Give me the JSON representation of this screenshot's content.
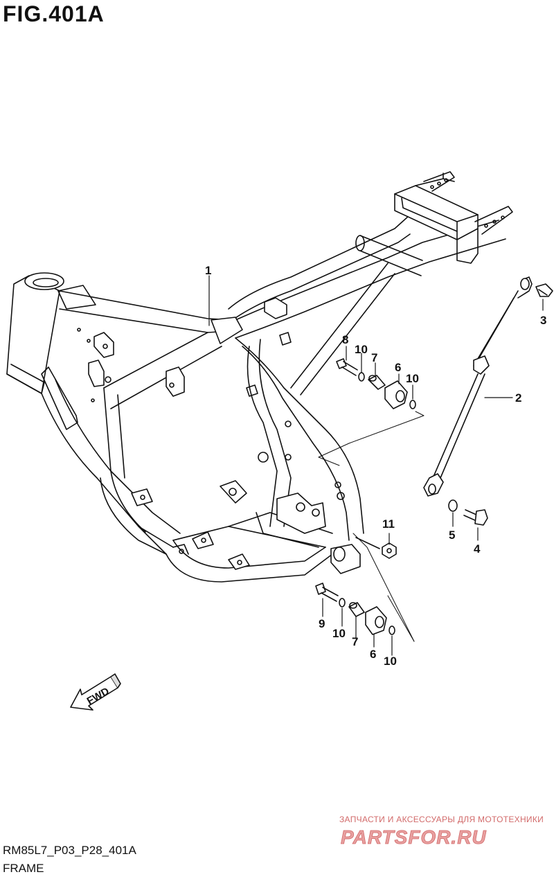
{
  "figure": {
    "title": "FIG.401A",
    "code": "RM85L7_P03_P28_401A",
    "caption": "FRAME"
  },
  "arrow": {
    "label": "FWD"
  },
  "callouts": {
    "c1": "1",
    "c2": "2",
    "c3": "3",
    "c4": "4",
    "c5": "5",
    "c6a": "6",
    "c6b": "6",
    "c7a": "7",
    "c7b": "7",
    "c8": "8",
    "c9": "9",
    "c10a": "10",
    "c10b": "10",
    "c10c": "10",
    "c10d": "10",
    "c11": "11"
  },
  "watermark": {
    "tagline": "ЗАПЧАСТИ И АКСЕССУАРЫ ДЛЯ МОТОТЕХНИКИ",
    "logo": "PARTSFOR.RU",
    "color": "#d26a6a"
  }
}
